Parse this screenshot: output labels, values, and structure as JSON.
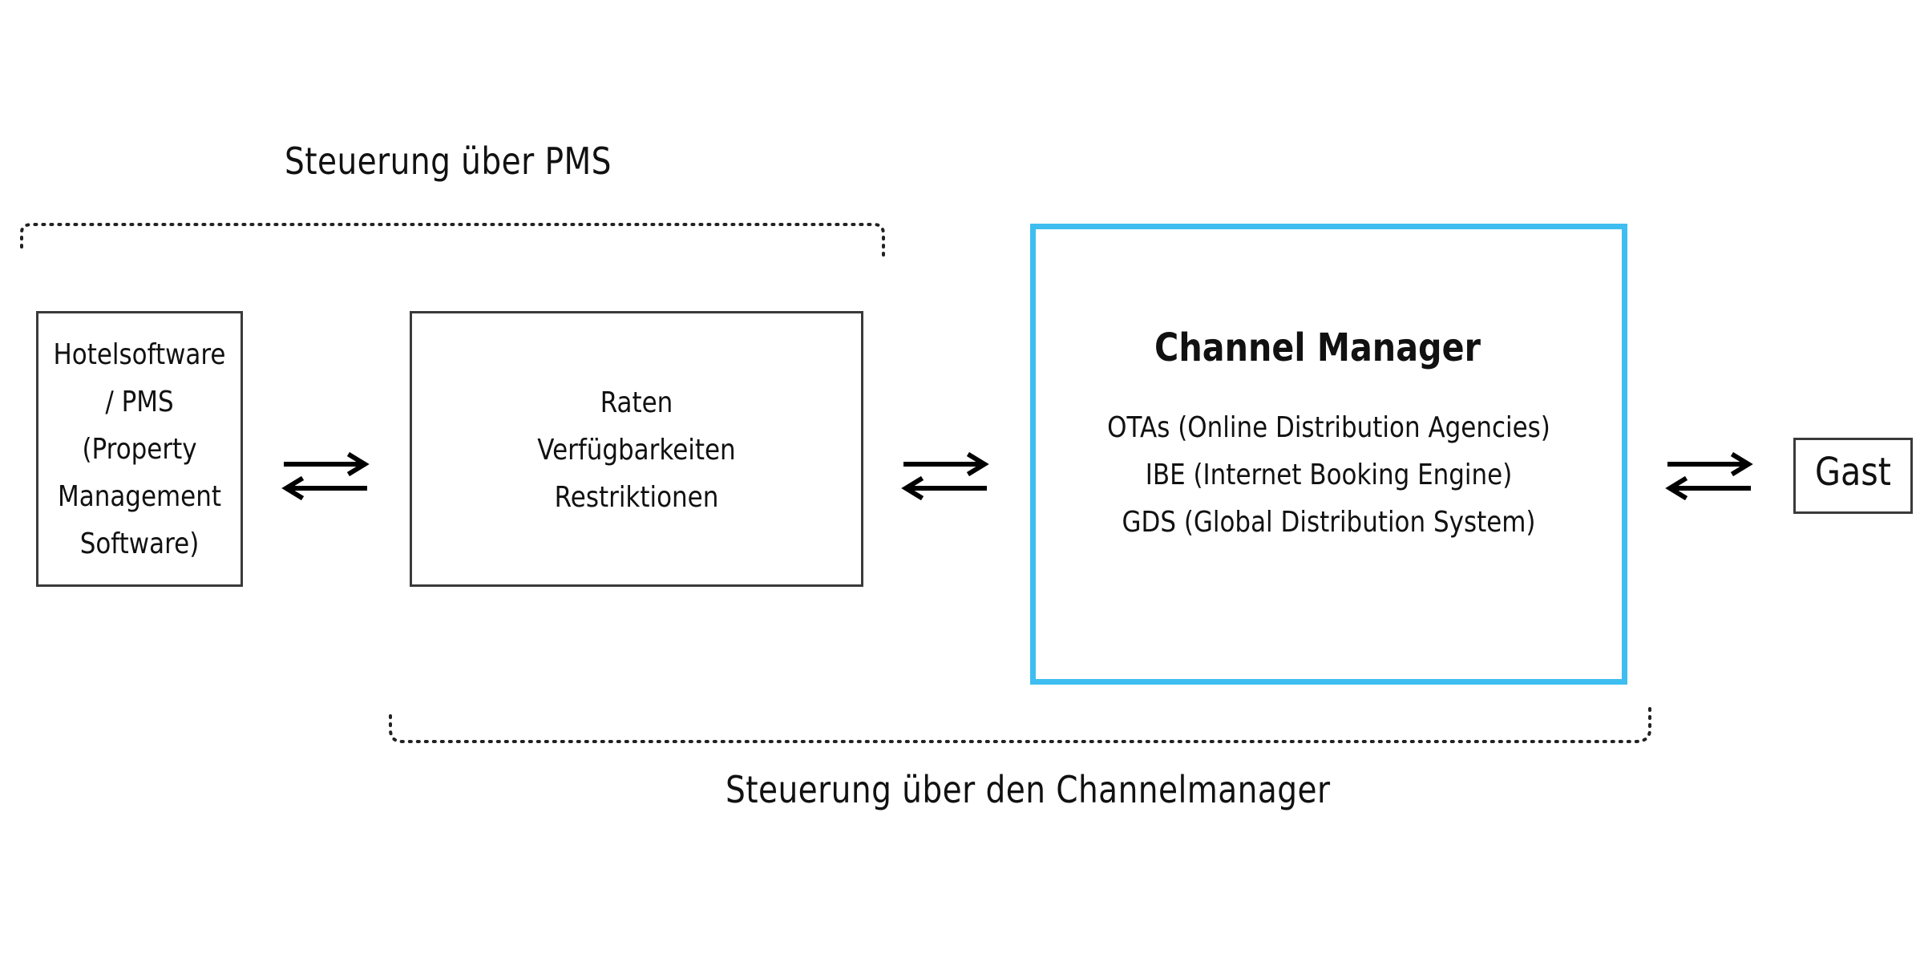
{
  "top_label": "Steuerung über PMS",
  "bottom_label": "Steuerung über den Channelmanager",
  "pms_box": {
    "lines": [
      "Hotelsoftware",
      "/ PMS",
      "(Property",
      "Management",
      "Software)"
    ]
  },
  "rates_box": {
    "lines": [
      "Raten",
      "Verfügbarkeiten",
      "Restriktionen"
    ]
  },
  "channel_manager": {
    "title": "Channel Manager",
    "items": [
      "OTAs (Online Distribution Agencies)",
      "IBE (Internet Booking Engine)",
      "GDS (Global Distribution System)"
    ]
  },
  "guest_box": {
    "label": "Gast"
  },
  "colors": {
    "accent": "#3ebef0",
    "box_border": "#3a3a3a",
    "arrow": "#000000"
  },
  "icons": [
    "bidirectional-arrow-icon",
    "dotted-bracket"
  ]
}
